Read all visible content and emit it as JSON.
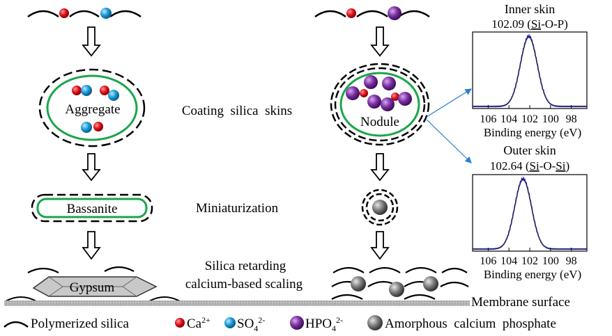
{
  "labels": {
    "aggregate": "Aggregate",
    "nodule": "Nodule",
    "bassanite": "Bassanite",
    "gypsum": "Gypsum",
    "step1": "Coating  silica  skins",
    "step2": "Miniaturization",
    "step3a": "Silica retarding",
    "step3b": "calcium-based scaling",
    "membrane": "Membrane surface"
  },
  "xps": {
    "inner": {
      "title": "Inner skin",
      "peak_value": "102.09",
      "bond_prefix": "(",
      "bond_u1": "Si",
      "bond_rest": "-O-P)",
      "x_ticks": [
        "106",
        "104",
        "102",
        "100",
        "98"
      ],
      "x_label": "Binding energy (eV)"
    },
    "outer": {
      "title": "Outer skin",
      "peak_value": "102.64",
      "bond_prefix": "(",
      "bond_u1": "Si",
      "bond_mid": "-O-",
      "bond_u2": "Si",
      "bond_end": ")",
      "x_ticks": [
        "106",
        "104",
        "102",
        "100",
        "98"
      ],
      "x_label": "Binding energy (eV)"
    }
  },
  "legend": {
    "silica": "Polymerized silica",
    "ca": "Ca",
    "ca_sup": "2+",
    "so4": "SO",
    "so4_sub": "4",
    "so4_sup": "2-",
    "hpo4": "HPO",
    "hpo4_sub": "4",
    "hpo4_sup": "2-",
    "acp": "Amorphous  calcium  phosphate"
  },
  "colors": {
    "ca": "#e0101a",
    "so4": "#1a9ad8",
    "hpo4": "#7a2fa0",
    "acp": "#7a7a7a",
    "skin": "#1aa64a",
    "xps_line": "#1a1acc",
    "arrow_blue": "#2a7fd0"
  },
  "chart_data": [
    {
      "type": "line",
      "title": "Inner skin",
      "annotation": "102.09 (Si-O-P)",
      "xlabel": "Binding energy (eV)",
      "ylabel": "",
      "x_ticks": [
        106,
        104,
        102,
        100,
        98
      ],
      "x_reversed": true,
      "xlim": [
        107.5,
        96.5
      ],
      "peak_center": 102.09,
      "peak_fwhm": 1.9
    },
    {
      "type": "line",
      "title": "Outer skin",
      "annotation": "102.64 (Si-O-Si)",
      "xlabel": "Binding energy (eV)",
      "ylabel": "",
      "x_ticks": [
        106,
        104,
        102,
        100,
        98
      ],
      "x_reversed": true,
      "xlim": [
        107.5,
        96.5
      ],
      "peak_center": 102.64,
      "peak_fwhm": 1.9
    }
  ]
}
